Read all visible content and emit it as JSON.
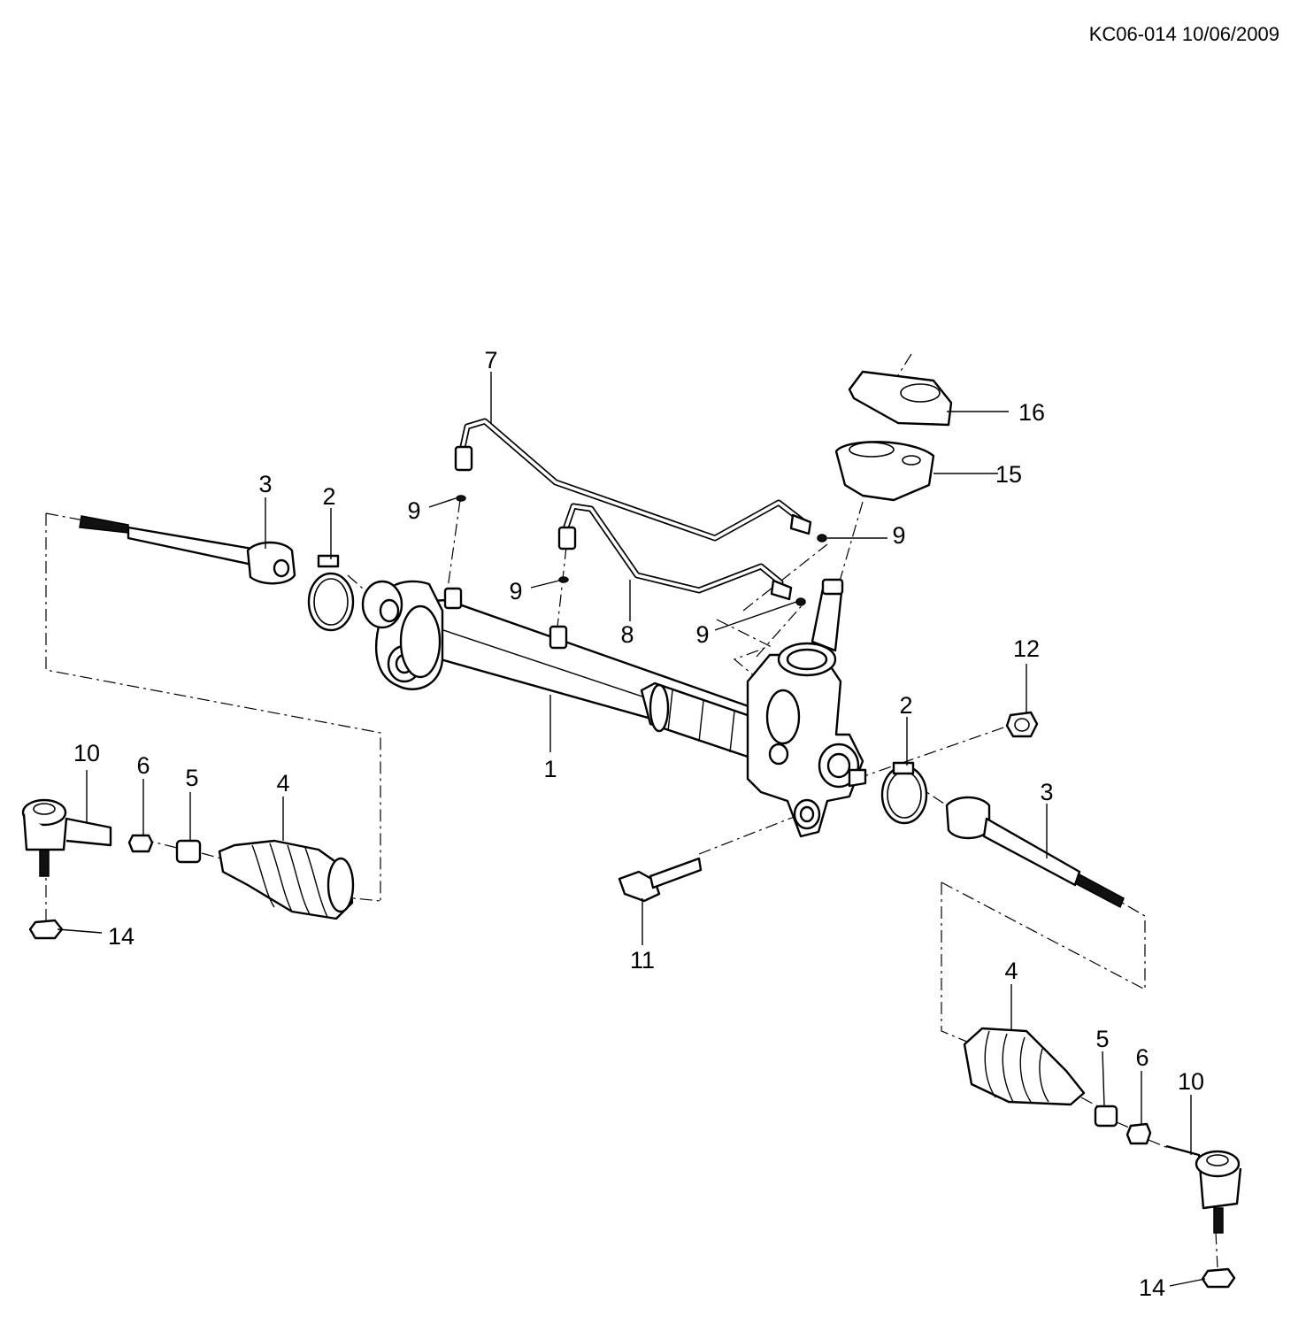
{
  "document": {
    "code": "KC06-014 10/06/2009"
  },
  "callouts": {
    "c1": "1",
    "c2_left": "2",
    "c2_right": "2",
    "c3_left": "3",
    "c3_right": "3",
    "c4_left": "4",
    "c4_right": "4",
    "c5_left": "5",
    "c5_right": "5",
    "c6_left": "6",
    "c6_right": "6",
    "c7": "7",
    "c8": "8",
    "c9_a": "9",
    "c9_b": "9",
    "c9_c": "9",
    "c9_d": "9",
    "c10_left": "10",
    "c10_right": "10",
    "c11": "11",
    "c12": "12",
    "c14_left": "14",
    "c14_right": "14",
    "c15": "15",
    "c16": "16"
  }
}
